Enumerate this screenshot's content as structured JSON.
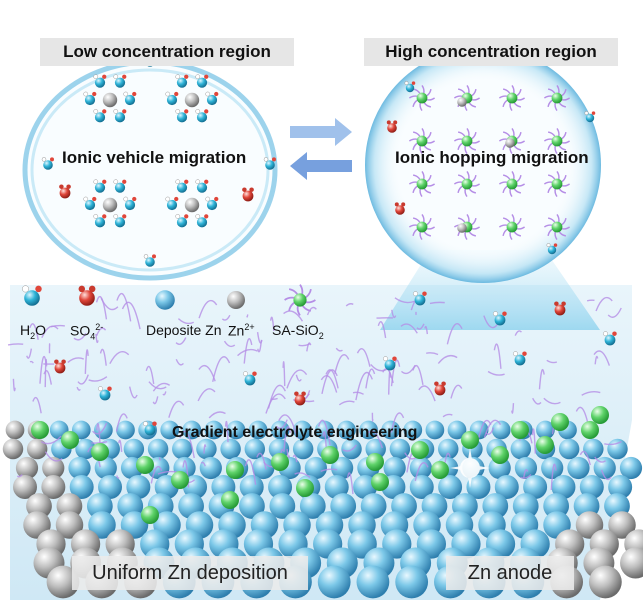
{
  "regions": {
    "low_title": "Low concentration region",
    "high_title": "High concentration region",
    "low_mechanism": "Ionic vehicle migration",
    "high_mechanism": "Ionic hopping migration"
  },
  "legend": {
    "h2o": {
      "main": "H",
      "sub": "2",
      "tail": "O"
    },
    "so4": {
      "main": "SO",
      "sub": "4",
      "sup": "2-"
    },
    "zn_deposit": "Deposite Zn",
    "zn_ion": {
      "main": "Zn",
      "sup": "2+"
    },
    "sa_sio2": {
      "main": "SA-SiO",
      "sub": "2"
    }
  },
  "center_label": "Gradient electrolyte engineering",
  "bottom": {
    "left": "Uniform Zn deposition",
    "right": "Zn anode"
  },
  "colors": {
    "h2o_cyan": "#2fb4d8",
    "so4_red": "#e0463a",
    "deposit_zn_blue": "#7cc8e8",
    "zn_ion_grey": "#b9b9b9",
    "sio2_green": "#5fd36a",
    "chain_purple": "#b58ee6"
  }
}
